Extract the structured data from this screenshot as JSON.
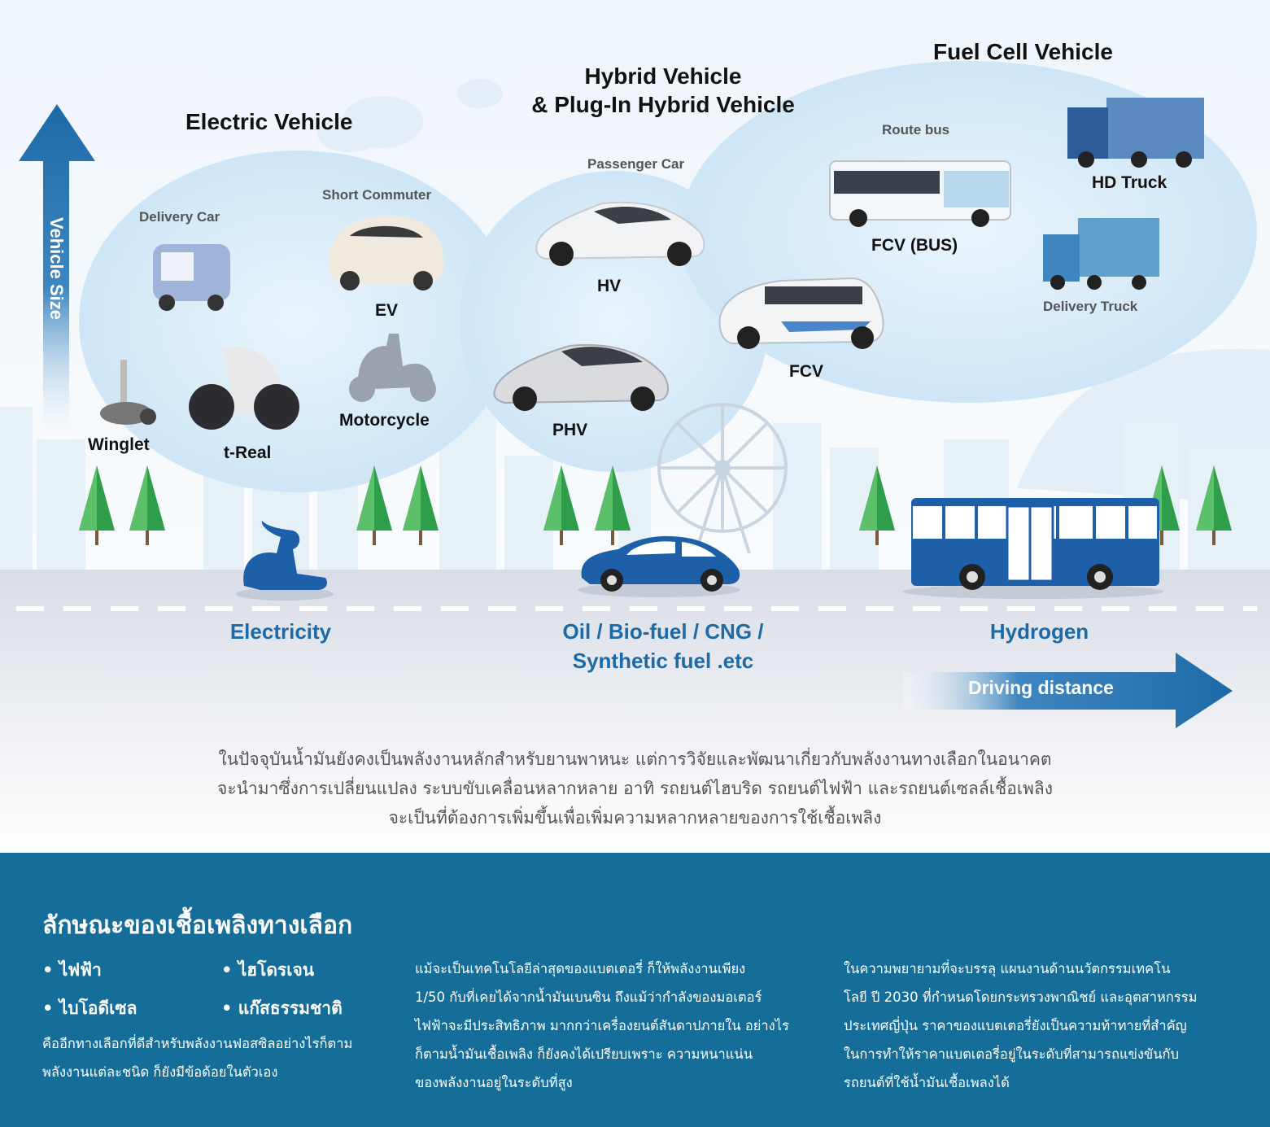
{
  "categories": {
    "electric": "Electric Vehicle",
    "hybrid_line1": "Hybrid Vehicle",
    "hybrid_line2": "& Plug-In Hybrid Vehicle",
    "fuel_cell": "Fuel Cell Vehicle"
  },
  "subtypes": {
    "delivery_car": "Delivery Car",
    "short_commuter": "Short Commuter",
    "passenger_car": "Passenger Car",
    "route_bus": "Route bus",
    "delivery_truck": "Delivery Truck"
  },
  "vehicles": {
    "ev": "EV",
    "winglet": "Winglet",
    "t_real": "t-Real",
    "motorcycle": "Motorcycle",
    "hv": "HV",
    "phv": "PHV",
    "fcv_bus": "FCV (BUS)",
    "fcv": "FCV",
    "hd_truck": "HD Truck"
  },
  "axes": {
    "vertical": "Vehicle Size",
    "horizontal": "Driving distance"
  },
  "fuels": {
    "electricity": "Electricity",
    "oil_line1": "Oil / Bio-fuel / CNG /",
    "oil_line2": "Synthetic fuel .etc",
    "hydrogen": "Hydrogen"
  },
  "description": [
    "ในปัจจุบันน้ำมันยังคงเป็นพลังงานหลักสำหรับยานพาหนะ แต่การวิจัยและพัฒนาเกี่ยวกับพลังงานทางเลือกในอนาคต",
    "จะนำมาซึ่งการเปลี่ยนแปลง ระบบขับเคลื่อนหลากหลาย อาทิ รถยนต์ไฮบริด รถยนต์ไฟฟ้า และรถยนต์เซลล์เชื้อเพลิง",
    "จะเป็นที่ต้องการเพิ่มขึ้นเพื่อเพิ่มความหลากหลายของการใช้เชื้อเพลิง"
  ],
  "bottom": {
    "title": "ลักษณะของเชื้อเพลิงทางเลือก",
    "bullets": [
      "• ไฟฟ้า",
      "• ไฮโดรเจน",
      "• ไบโอดีเซล",
      "• แก๊สธรรมชาติ"
    ],
    "col1": [
      "คืออีกทางเลือกที่ดีสำหรับพลังงานฟอสซิลอย่างไรก็ตาม",
      "พลังงานแต่ละชนิด ก็ยังมีข้อด้อยในตัวเอง"
    ],
    "col2": [
      "แม้จะเป็นเทคโนโลยีล่าสุดของแบตเตอรี่ ก็ให้พลังงานเพียง",
      "1/50 กับที่เคยได้จากน้ำมันเบนซิน ถึงแม้ว่ากำลังของมอเตอร์",
      "ไฟฟ้าจะมีประสิทธิภาพ มากกว่าเครื่องยนต์สันดาปภายใน อย่างไร",
      "ก็ตามน้ำมันเชื้อเพลิง ก็ยังคงได้เปรียบเพราะ ความหนาแน่น",
      "ของพลังงานอยู่ในระดับที่สูง"
    ],
    "col3": [
      "ในความพยายามที่จะบรรลุ แผนงานด้านนวัตกรรมเทคโน",
      "โลยี ปี 2030 ที่กำหนดโดยกระทรวงพาณิชย์ และอุตสาหกรรม",
      "ประเทศญี่ปุ่น ราคาของแบตเตอรี่ยังเป็นความท้าทายที่สำคัญ",
      "ในการทำให้ราคาแบตเตอรี่อยู่ในระดับที่สามารถแข่งขันกับ",
      "รถยนต์ที่ใช้น้ำมันเชื้อเพลงได้"
    ]
  },
  "colors": {
    "accent_blue": "#1d6aa8",
    "bubble_blue": "#cfe6f6",
    "road_gray": "#d9dde6",
    "bottom_band": "#156d9a",
    "tree_green": "#2e9e4a"
  }
}
